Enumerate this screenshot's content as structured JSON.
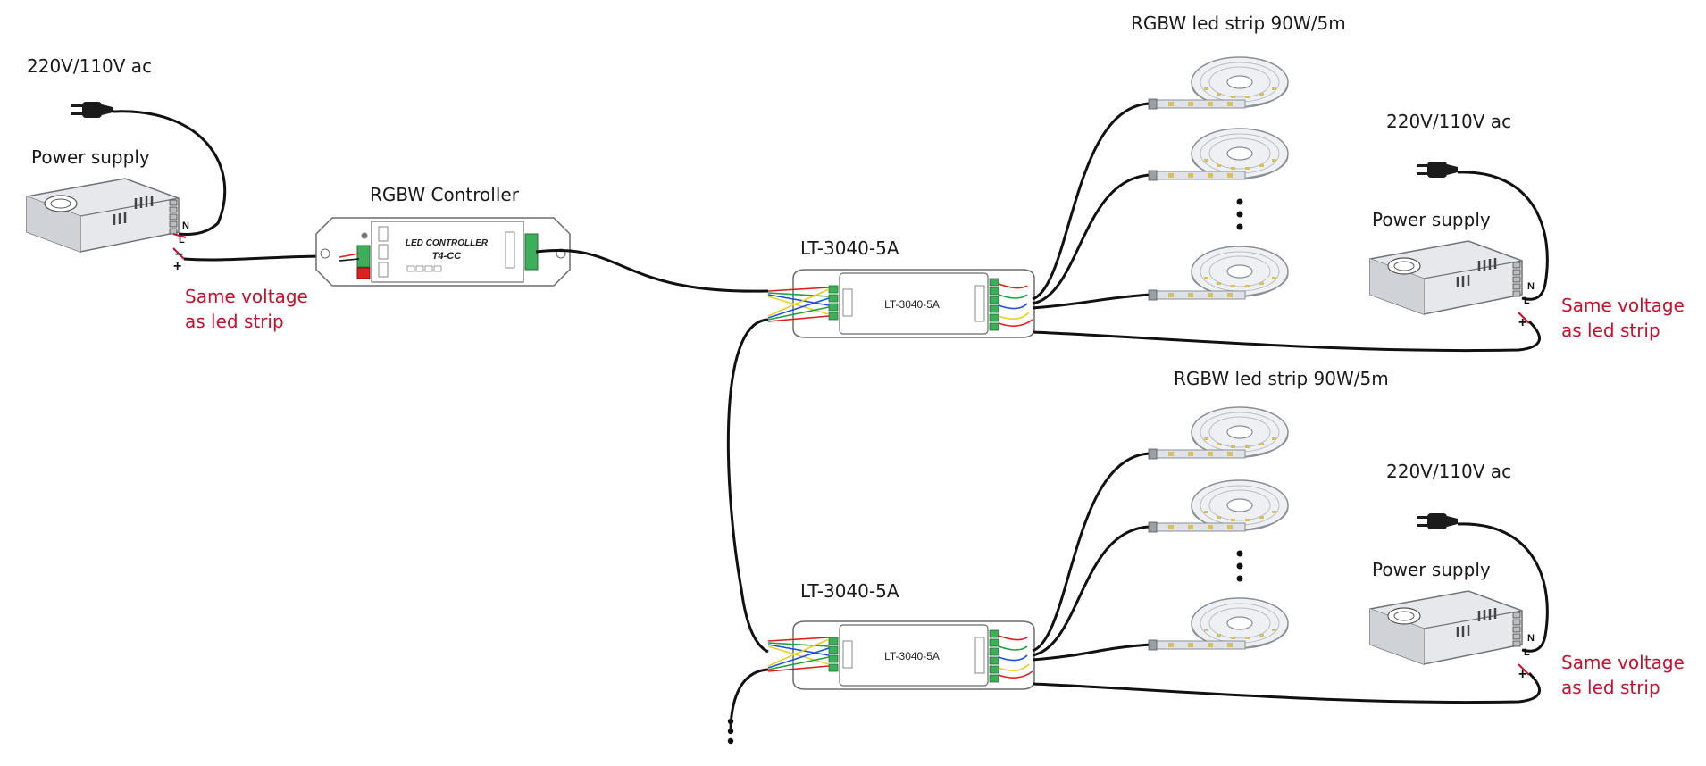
{
  "labels": {
    "mains_left": "220V/110V ac",
    "psu_left": "Power supply",
    "same_voltage_left_1": "Same voltage",
    "same_voltage_left_2": "as led strip",
    "controller_title": "RGBW Controller",
    "controller_face_1": "LED CONTROLLER",
    "controller_face_2": "T4-CC",
    "amp_top_title": "LT-3040-5A",
    "amp_top_face": "LT-3040-5A",
    "amp_bottom_title": "LT-3040-5A",
    "amp_bottom_face": "LT-3040-5A",
    "strip_top": "RGBW led strip 90W/5m",
    "strip_bottom": "RGBW led strip 90W/5m",
    "mains_right_top": "220V/110V ac",
    "psu_right_top": "Power supply",
    "same_voltage_rt_1": "Same voltage",
    "same_voltage_rt_2": "as led strip",
    "mains_right_bottom": "220V/110V ac",
    "psu_right_bottom": "Power supply",
    "same_voltage_rb_1": "Same voltage",
    "same_voltage_rb_2": "as led strip",
    "terminal_n": "N",
    "terminal_l": "L",
    "terminal_plus": "+",
    "terminal_minus": "−"
  },
  "colors": {
    "wire": "#111111",
    "label_red": "#c8102e",
    "device_outline": "#6b6b6b",
    "terminal_green": "#3fae5a",
    "wire_red": "#e02020",
    "wire_green": "#20a040",
    "wire_blue": "#2050e0",
    "wire_yellow": "#e8d020",
    "strip_gray": "#d9dde2"
  },
  "icons": [
    "plug-icon",
    "power-supply-icon",
    "controller-icon",
    "amplifier-icon",
    "led-reel-icon"
  ]
}
